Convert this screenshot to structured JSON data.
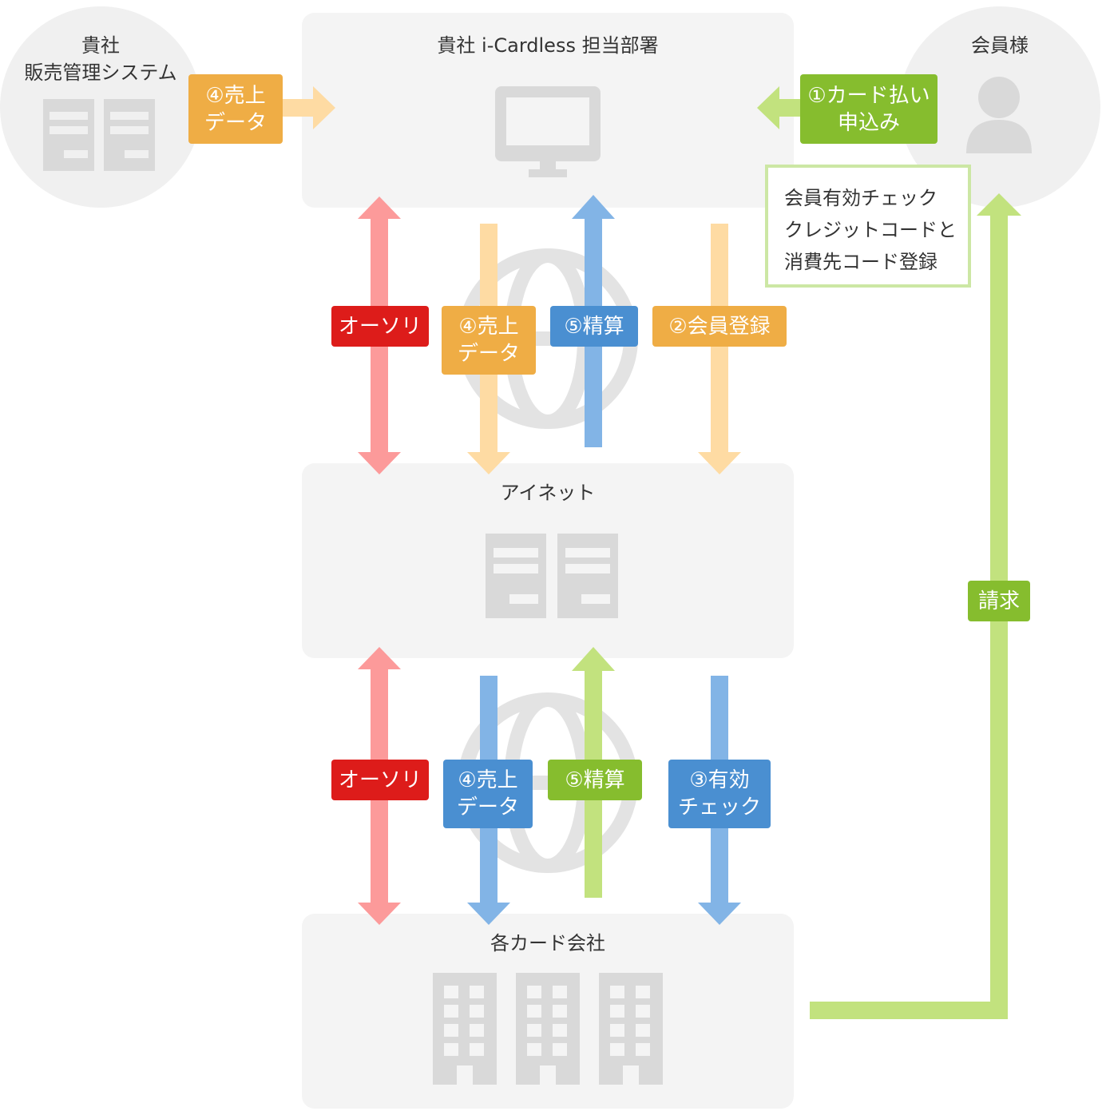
{
  "colors": {
    "panel": "#f4f4f4",
    "icon": "#d9d9d9",
    "red_tag": "#dd1c1a",
    "red_arrow": "#fc9a9a",
    "orange_tag": "#efad45",
    "orange_arrow": "#fedba3",
    "blue_tag": "#4a8fd1",
    "blue_arrow": "#82b4e6",
    "green_tag": "#86bd2e",
    "green_arrow": "#c2e27e",
    "note_border": "#cce7a4"
  },
  "nodes": {
    "client_sales_system": {
      "title": "貴社\n販売管理システム",
      "icon": "server-icon"
    },
    "client_department": {
      "title": "貴社 i-Cardless 担当部署",
      "icon": "monitor-icon"
    },
    "member": {
      "title": "会員様",
      "icon": "person-icon"
    },
    "inet": {
      "title": "アイネット",
      "icon": "server-icon"
    },
    "card_companies": {
      "title": "各カード会社",
      "icon": "building-icon"
    }
  },
  "top_labels": {
    "sales_data_from_system": "④売上\nデータ",
    "card_payment_application": "①カード払い\n申込み"
  },
  "note": "会員有効チェック\nクレジットコードと\n消費先コード登録",
  "upper_flow": {
    "authorization": "オーソリ",
    "sales_data": "④売上\nデータ",
    "settlement": "⑤精算",
    "member_registration": "②会員登録"
  },
  "lower_flow": {
    "authorization": "オーソリ",
    "sales_data": "④売上\nデータ",
    "settlement": "⑤精算",
    "validity_check": "③有効\nチェック"
  },
  "billing": "請求"
}
